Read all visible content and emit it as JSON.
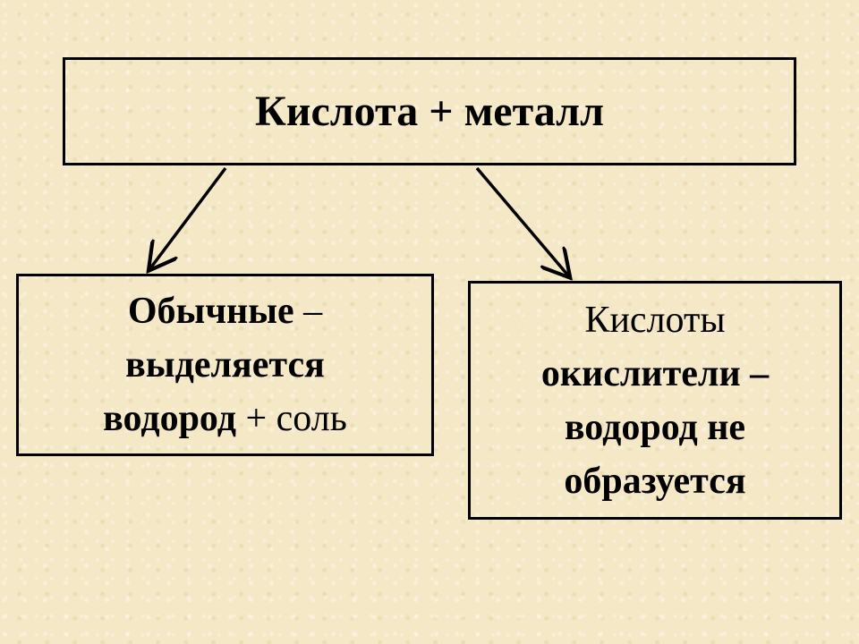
{
  "top": {
    "text": "Кислота + металл"
  },
  "left": {
    "line1_bold": "Обычные",
    "line1_rest": " –",
    "line2": "выделяется",
    "line3_bold": "водород",
    "line3_rest": " + соль"
  },
  "right": {
    "line1": "Кислоты",
    "line2": "окислители –",
    "line3": "водород не",
    "line4": "образуется"
  }
}
